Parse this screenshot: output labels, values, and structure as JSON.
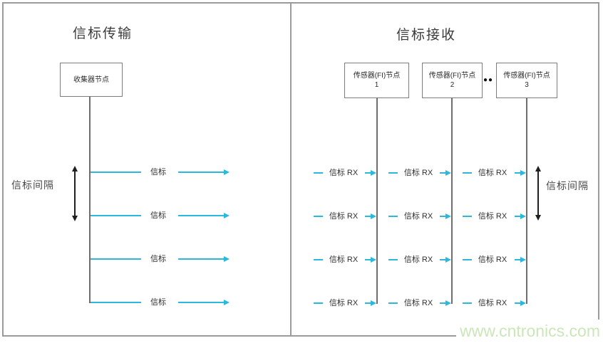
{
  "colors": {
    "accent": "#2bb8dc",
    "frame_line": "#9b9b9b",
    "box_line": "#7d7d7d",
    "interval_arrow": "#1f1f1f",
    "watermark": "#cbe6b8"
  },
  "left_panel": {
    "title": "信标传输",
    "node_label": "收集器节点",
    "beacon_label": "信标",
    "interval_label": "信标间隔",
    "row_count": 4
  },
  "right_panel": {
    "title": "信标接收",
    "nodes": [
      {
        "label": "传感器(FI)节点",
        "number": "1"
      },
      {
        "label": "传感器(FI)节点",
        "number": "2"
      },
      {
        "label": "传感器(FI)节点",
        "number": "3"
      }
    ],
    "ellipsis": "●●",
    "rx_label": "信标 RX",
    "interval_label": "信标间隔",
    "row_count": 4
  },
  "watermark": "www.cntronics.com"
}
